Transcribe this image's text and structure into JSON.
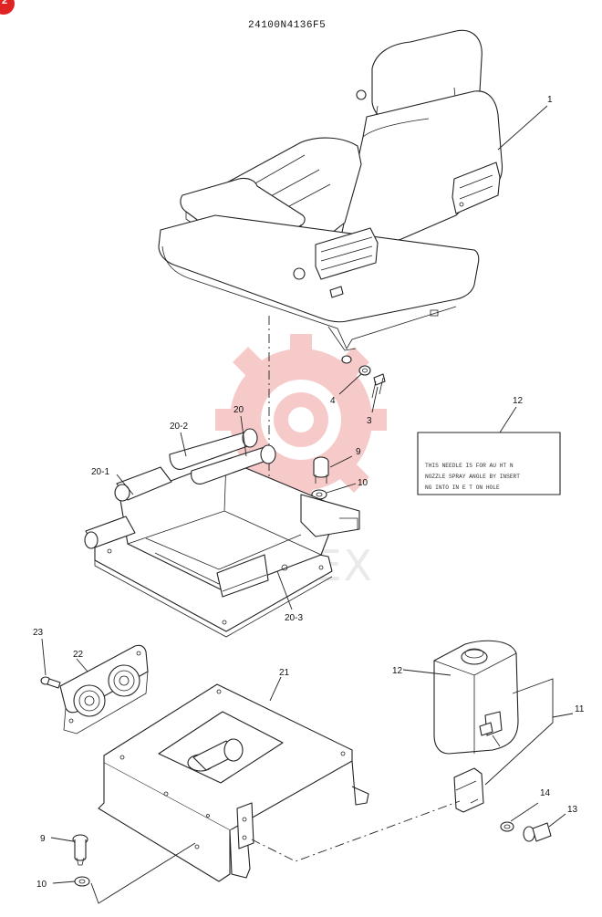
{
  "diagram": {
    "drawing_number": "24100N4136F5",
    "page_badge": "2",
    "watermark": "MUTEX",
    "decal_text": [
      "THIS NEEDLE IS FOR AU  HT N",
      "NOZZLE SPRAY ANGLE BY INSERT",
      "NG INTO  IN E  T ON HOLE"
    ],
    "callouts": {
      "c1": "1",
      "c3": "3",
      "c4": "4",
      "c9a": "9",
      "c10a": "10",
      "c12a": "12",
      "c20": "20",
      "c20_1": "20-1",
      "c20_2": "20-2",
      "c20_3": "20-3",
      "c21": "21",
      "c22": "22",
      "c23": "23",
      "c12b": "12",
      "c11": "11",
      "c14": "14",
      "c13": "13",
      "c9b": "9",
      "c10b": "10"
    }
  }
}
